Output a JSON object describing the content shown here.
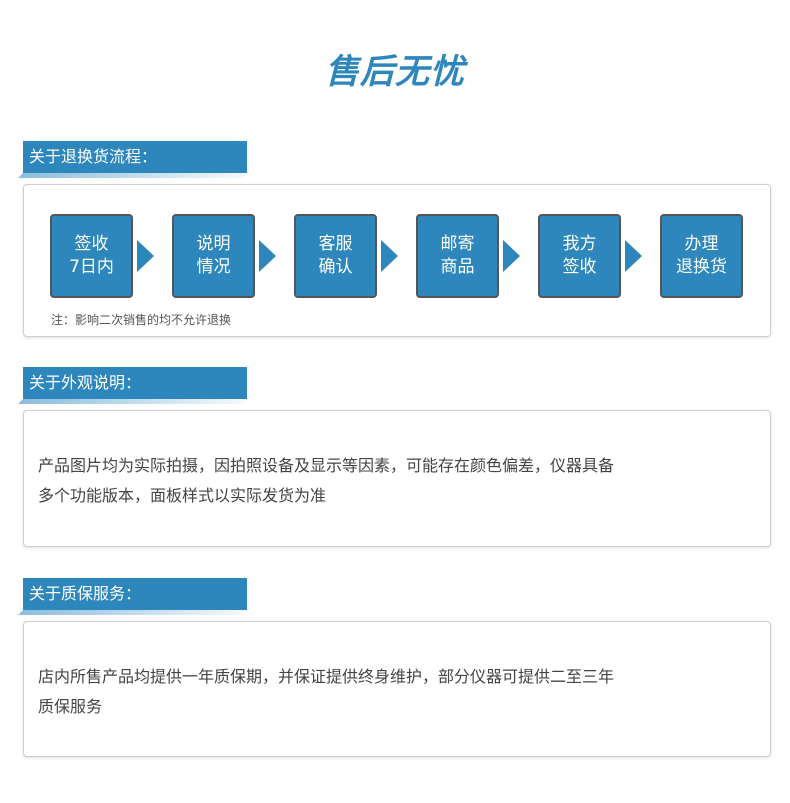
{
  "title": "售后无忧",
  "sections": {
    "returns": {
      "heading": "关于退换货流程：",
      "steps": [
        {
          "line1": "签收",
          "line2": "7日内"
        },
        {
          "line1": "说明",
          "line2": "情况"
        },
        {
          "line1": "客服",
          "line2": "确认"
        },
        {
          "line1": "邮寄",
          "line2": "商品"
        },
        {
          "line1": "我方",
          "line2": "签收"
        },
        {
          "line1": "办理",
          "line2": "退换货"
        }
      ],
      "note": "注：影响二次销售的均不允许退换"
    },
    "appearance": {
      "heading": "关于外观说明：",
      "line1": "产品图片均为实际拍摄，因拍照设备及显示等因素，可能存在颜色偏差，仪器具备",
      "line2": "多个功能版本，面板样式以实际发货为准"
    },
    "warranty": {
      "heading": "关于质保服务：",
      "line1": "店内所售产品均提供一年质保期，并保证提供终身维护，部分仪器可提供二至三年",
      "line2": "质保服务"
    }
  },
  "colors": {
    "accent": "#2d87bd",
    "step_border": "#555555"
  }
}
